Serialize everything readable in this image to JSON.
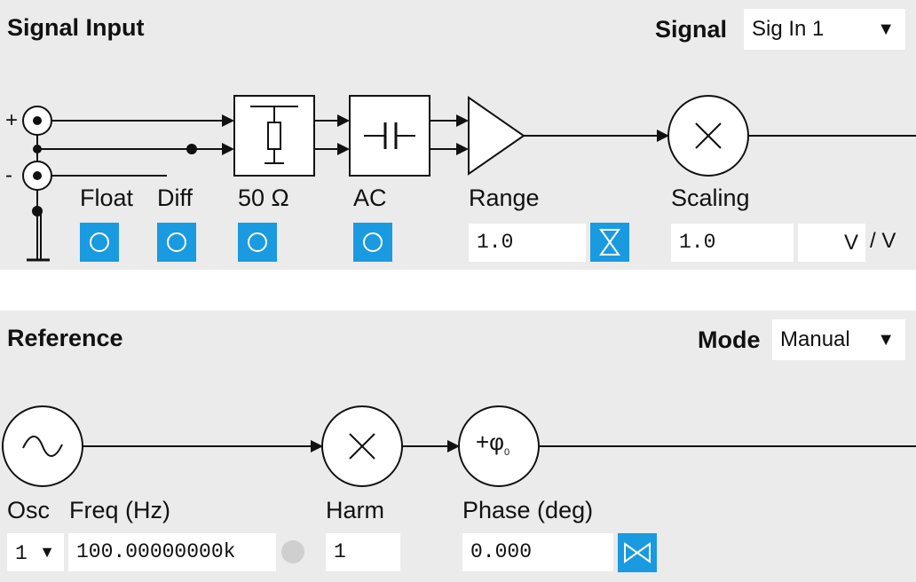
{
  "signal_input": {
    "title": "Signal Input",
    "signal_label": "Signal",
    "signal_select": "Sig In 1",
    "terminal_plus": "+",
    "terminal_minus": "-",
    "labels": {
      "float": "Float",
      "diff": "Diff",
      "impedance": "50 Ω",
      "ac": "AC",
      "range": "Range",
      "scaling": "Scaling"
    },
    "range_value": "1.0",
    "scaling_value": "1.0",
    "unit_field": "V",
    "unit_suffix": "/ V",
    "toggles": {
      "float": false,
      "diff": false,
      "impedance": false,
      "ac": false
    }
  },
  "reference": {
    "title": "Reference",
    "mode_label": "Mode",
    "mode_select": "Manual",
    "phase_symbol": "+φ",
    "phase_subscript": "0",
    "labels": {
      "osc": "Osc",
      "freq": "Freq (Hz)",
      "harm": "Harm",
      "phase": "Phase (deg)"
    },
    "osc_select": "1",
    "freq_value": "100.00000000k",
    "harm_value": "1",
    "phase_value": "0.000"
  },
  "colors": {
    "panel_bg": "#ebebeb",
    "accent_blue": "#1a9ae0",
    "led_gray": "#cfcfcf"
  }
}
